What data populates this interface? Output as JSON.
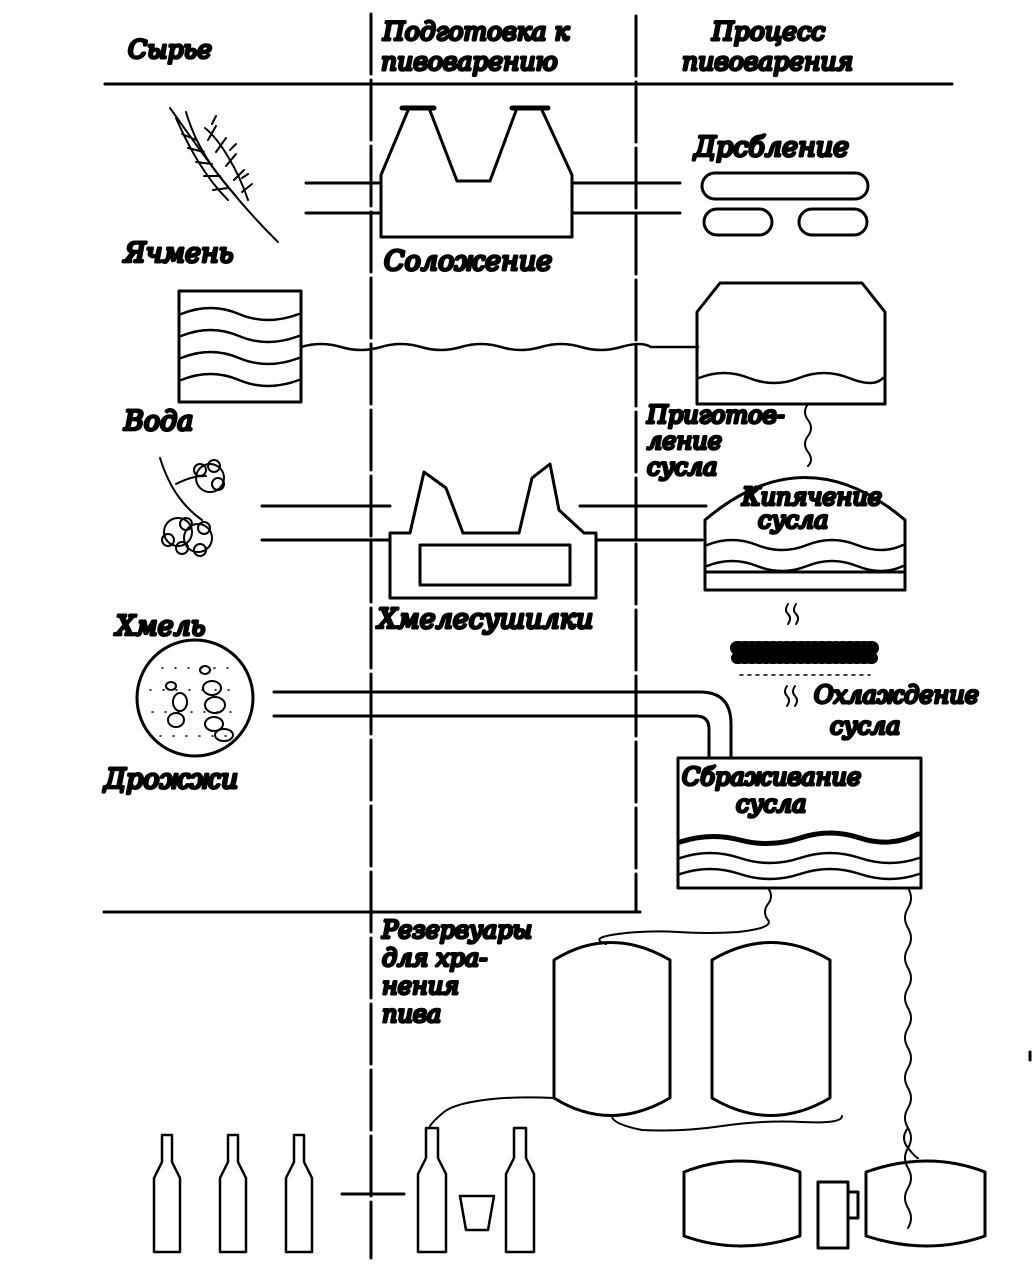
{
  "headers": {
    "col1": "Сырье",
    "col2_line1": "Подготовка к",
    "col2_line2": "пивоварению",
    "col3_line1": "Процесс",
    "col3_line2": "пивоварения"
  },
  "raw": {
    "barley": "Ячмень",
    "water": "Вода",
    "hops": "Хмель",
    "yeast": "Дрожжи"
  },
  "prep": {
    "malting": "Соложение",
    "hop_dryers": "Хмелесушилки"
  },
  "process": {
    "crushing": "Дрсбление",
    "wort_prep_1": "Приготов-",
    "wort_prep_2": "ление",
    "wort_prep_3": "сусла",
    "boiling_1": "Кипячение",
    "boiling_2": "сусла",
    "cooling_1": "Охлаждение",
    "cooling_2": "сусла",
    "fermentation_1": "Сбраживание",
    "fermentation_2": "сусла"
  },
  "storage": {
    "line1": "Резервуары",
    "line2": "для хра-",
    "line3": "нения",
    "line4": "пива"
  },
  "colors": {
    "ink": "#000000",
    "paper": "#ffffff"
  }
}
